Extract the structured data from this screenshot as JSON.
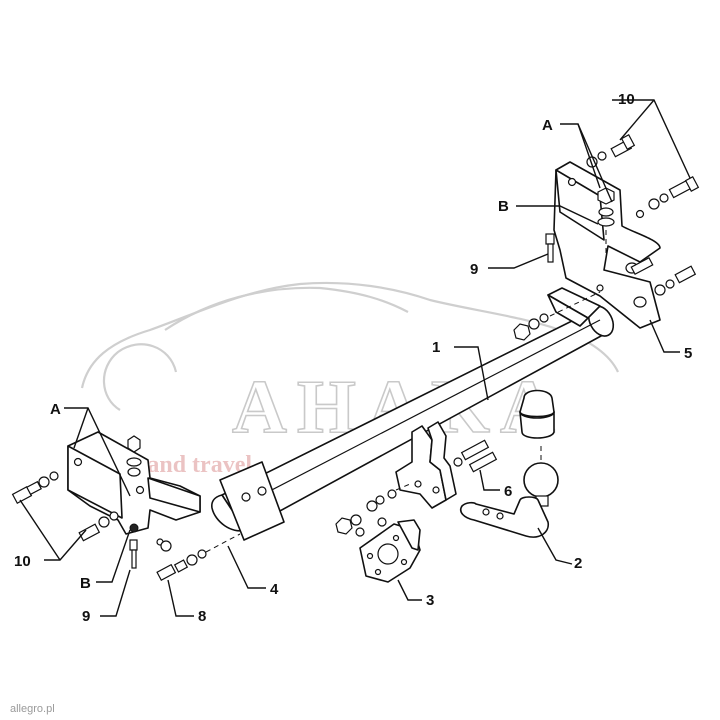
{
  "watermark": {
    "brand": "AHAKA",
    "tagline": "park and travel",
    "corner_text": "allegro.pl"
  },
  "labels": {
    "part_1": "1",
    "part_2": "2",
    "part_3": "3",
    "part_4": "4",
    "part_5": "5",
    "part_6": "6",
    "part_8": "8",
    "part_9_right": "9",
    "part_9_left": "9",
    "part_10_right": "10",
    "part_10_left": "10",
    "a_right": "A",
    "a_left": "A",
    "b_right": "B",
    "b_left": "B"
  },
  "colors": {
    "line": "#111111",
    "watermark_gray": "#c9c9c9",
    "watermark_pink": "#e7b5b5"
  }
}
